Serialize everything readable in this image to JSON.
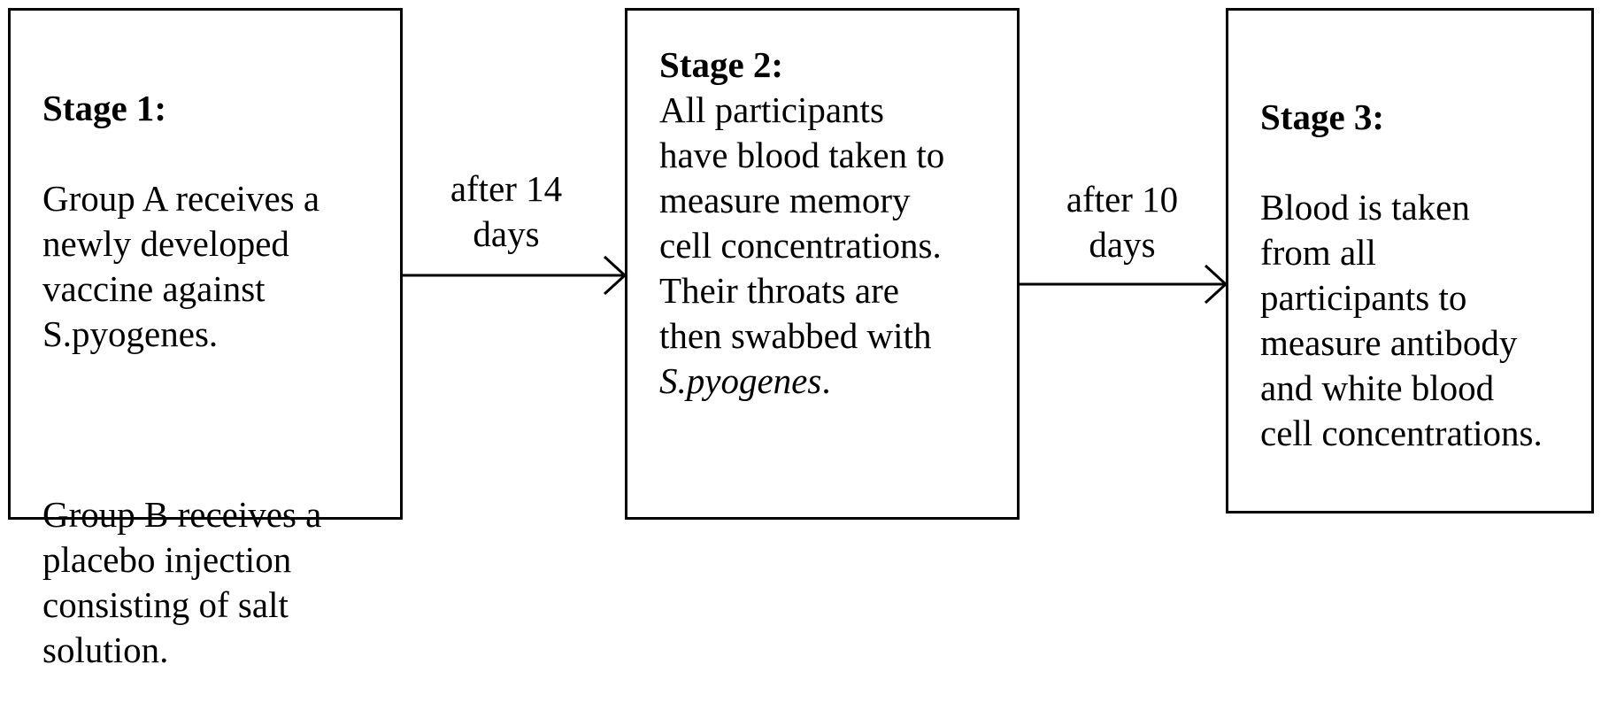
{
  "stages": [
    {
      "heading": "Stage 1:",
      "paragraphs": [
        "Group A receives a\nnewly developed\nvaccine against\nS.pyogenes.",
        "Group B receives a\nplacebo injection\nconsisting of salt\nsolution."
      ]
    },
    {
      "heading": "Stage 2:",
      "text": "All participants\nhave blood taken to\nmeasure memory\ncell concentrations.\nTheir throats are\nthen swabbed with",
      "italic_text": "S.pyogenes",
      "text_end": "."
    },
    {
      "heading": "Stage 3:",
      "text": "Blood is taken\nfrom all\nparticipants to\nmeasure antibody\nand white blood\ncell concentrations."
    }
  ],
  "arrows": [
    {
      "label": "after 14\ndays"
    },
    {
      "label": "after 10\ndays"
    }
  ]
}
